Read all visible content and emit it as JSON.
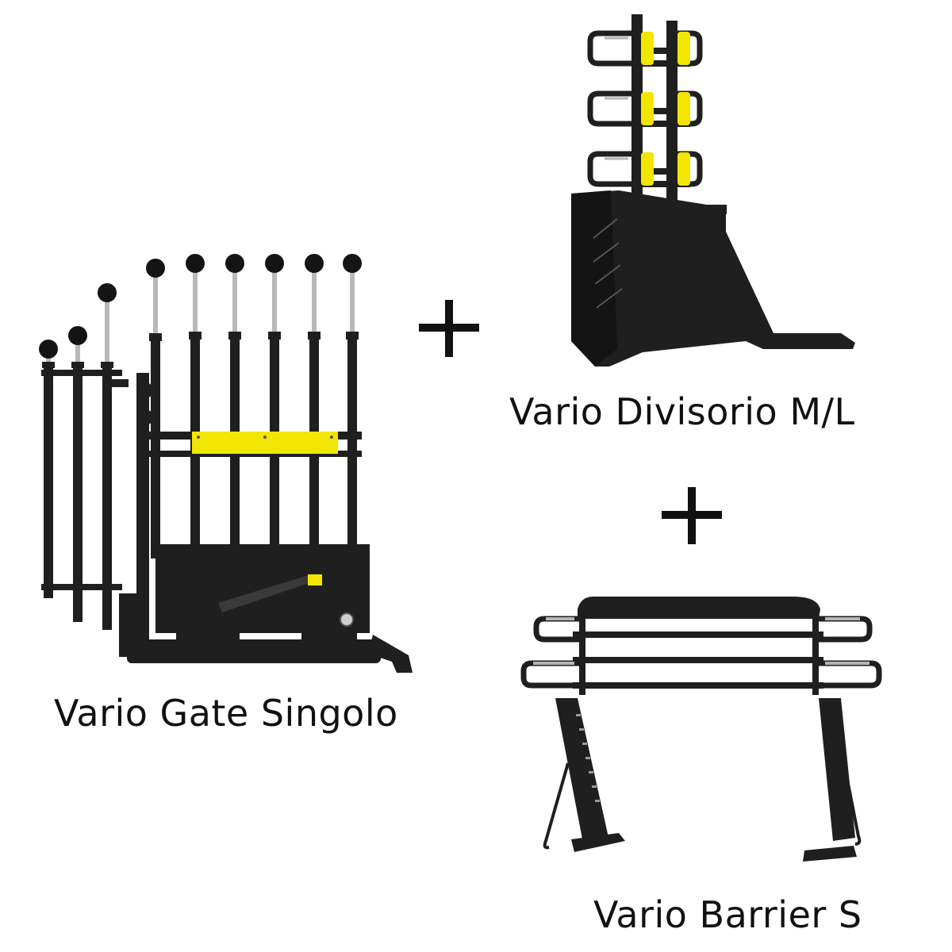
{
  "products": [
    {
      "name": "Vario Gate Singolo",
      "icon": "vario-gate-singolo-product-icon"
    },
    {
      "name": "Vario Divisorio M/L",
      "icon": "vario-divisorio-product-icon"
    },
    {
      "name": "Vario Barrier S",
      "icon": "vario-barrier-product-icon"
    }
  ],
  "colors": {
    "frame": "#1e1e1e",
    "accent_yellow": "#f2e600",
    "steel": "#b5b5b5",
    "text": "#111111",
    "background": "#ffffff"
  }
}
